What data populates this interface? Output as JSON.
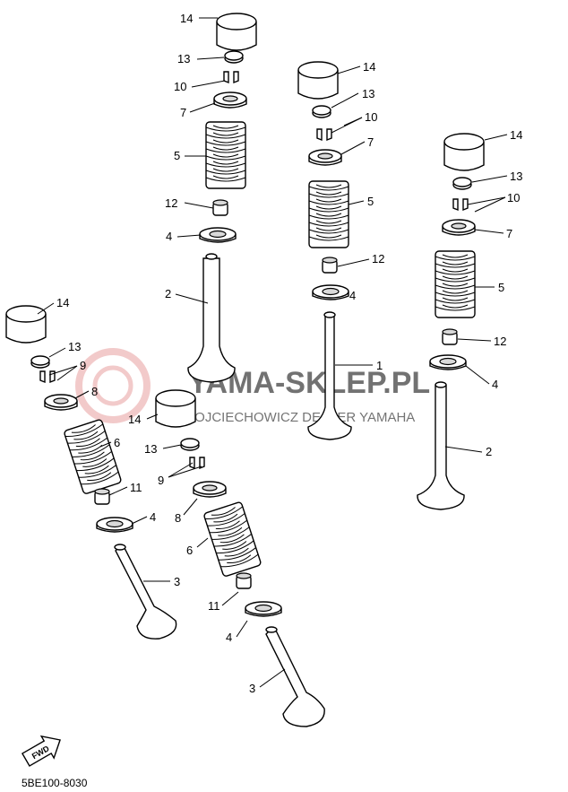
{
  "diagram_code": "5BE100-8030",
  "watermark": {
    "brand": "YAMA-SKLEP.PL",
    "dealer": "WOJCIECHOWICZ DEALER YAMAHA"
  },
  "fwd_label": "FWD",
  "callouts": {
    "c1": "1",
    "c2": "2",
    "c3": "3",
    "c4": "4",
    "c5": "5",
    "c6": "6",
    "c7": "7",
    "c8": "8",
    "c9": "9",
    "c10": "10",
    "c11": "11",
    "c12": "12",
    "c13": "13",
    "c14": "14"
  },
  "colors": {
    "line": "#000000",
    "watermark": "#e8a0a0"
  }
}
